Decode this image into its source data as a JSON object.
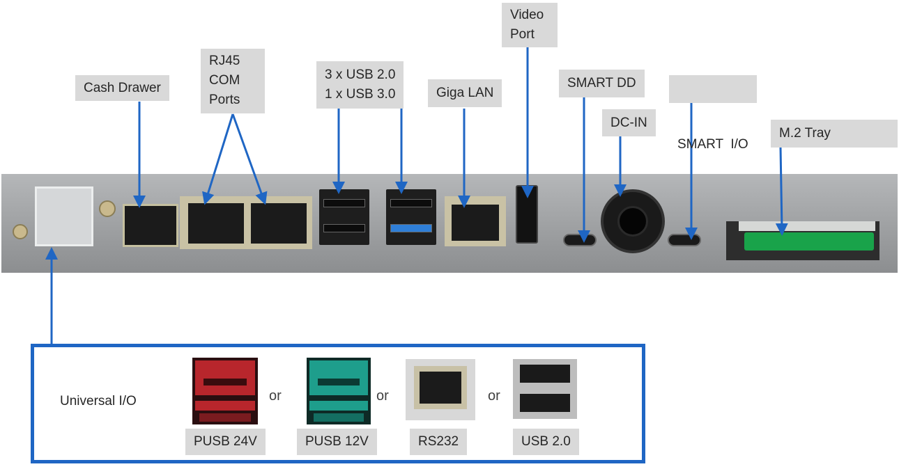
{
  "top_labels": {
    "cash_drawer": "Cash Drawer",
    "rj45_l1": "RJ45",
    "rj45_l2": "COM",
    "rj45_l3": "Ports",
    "usb_l1": "3 x USB 2.0",
    "usb_l2": "1 x USB 3.0",
    "giga_lan": "Giga LAN",
    "video_l1": "Video",
    "video_l2": "Port",
    "smart_dd": "SMART DD",
    "dc_in": "DC-IN",
    "smart_io": "SMART  I/O",
    "m2_tray": "M.2 Tray"
  },
  "universal_io": {
    "title": "Universal I/O",
    "or_text": "or",
    "options": [
      "PUSB 24V",
      "PUSB 12V",
      "RS232",
      "USB 2.0"
    ]
  },
  "colors": {
    "arrow": "#1f66c4",
    "pusb24": "#b8262c",
    "pusb12": "#1e9e8c",
    "usb3_blue": "#2f7fd8",
    "m2_green": "#19a34a"
  }
}
